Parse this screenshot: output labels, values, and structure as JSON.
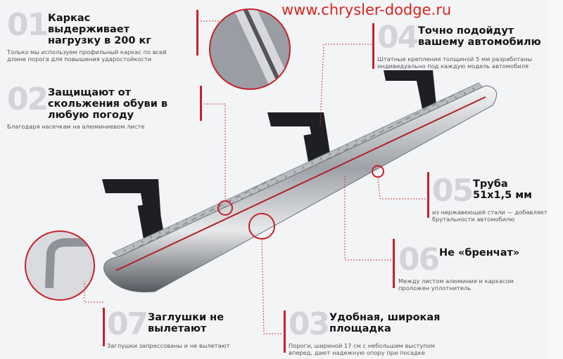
{
  "features": [
    {
      "num": "01",
      "title": "Каркас выдерживает нагрузку в 200 кг",
      "desc": "Только мы используем профильный каркас по всей длине порога для повышения ударостойкости"
    },
    {
      "num": "02",
      "title": "Защищают от скольжения обуви в любую погоду",
      "desc": "Благодаря насечкам на алюминиевом листе"
    },
    {
      "num": "04",
      "title": "Точно подойдут вашему автомобилю",
      "desc": "Штатные крепления толщиной 5 мм разработаны индивидуально под каждую модель автомобиля"
    },
    {
      "num": "05",
      "title": "Труба 51х1,5 мм",
      "desc": "из нержавеющей стали — добавляет брутальности автомобилю"
    },
    {
      "num": "06",
      "title": "Не «бренчат»",
      "desc": "Между листом алюминия и каркасом проложен уплотнитель"
    },
    {
      "num": "07",
      "title": "Заглушки не вылетают",
      "desc": "Заглушки запрессованы и не вылетают"
    },
    {
      "num": "03",
      "title": "Удобная, широкая площадка",
      "desc": "Пороги, шириной 17 см с небольшим выступом вперед, дают надежную опору при посадке"
    }
  ],
  "watermark": "www.chrysler-dodge.ru",
  "colors": {
    "accent": "#c8202a",
    "background": "#f3f4f6"
  }
}
